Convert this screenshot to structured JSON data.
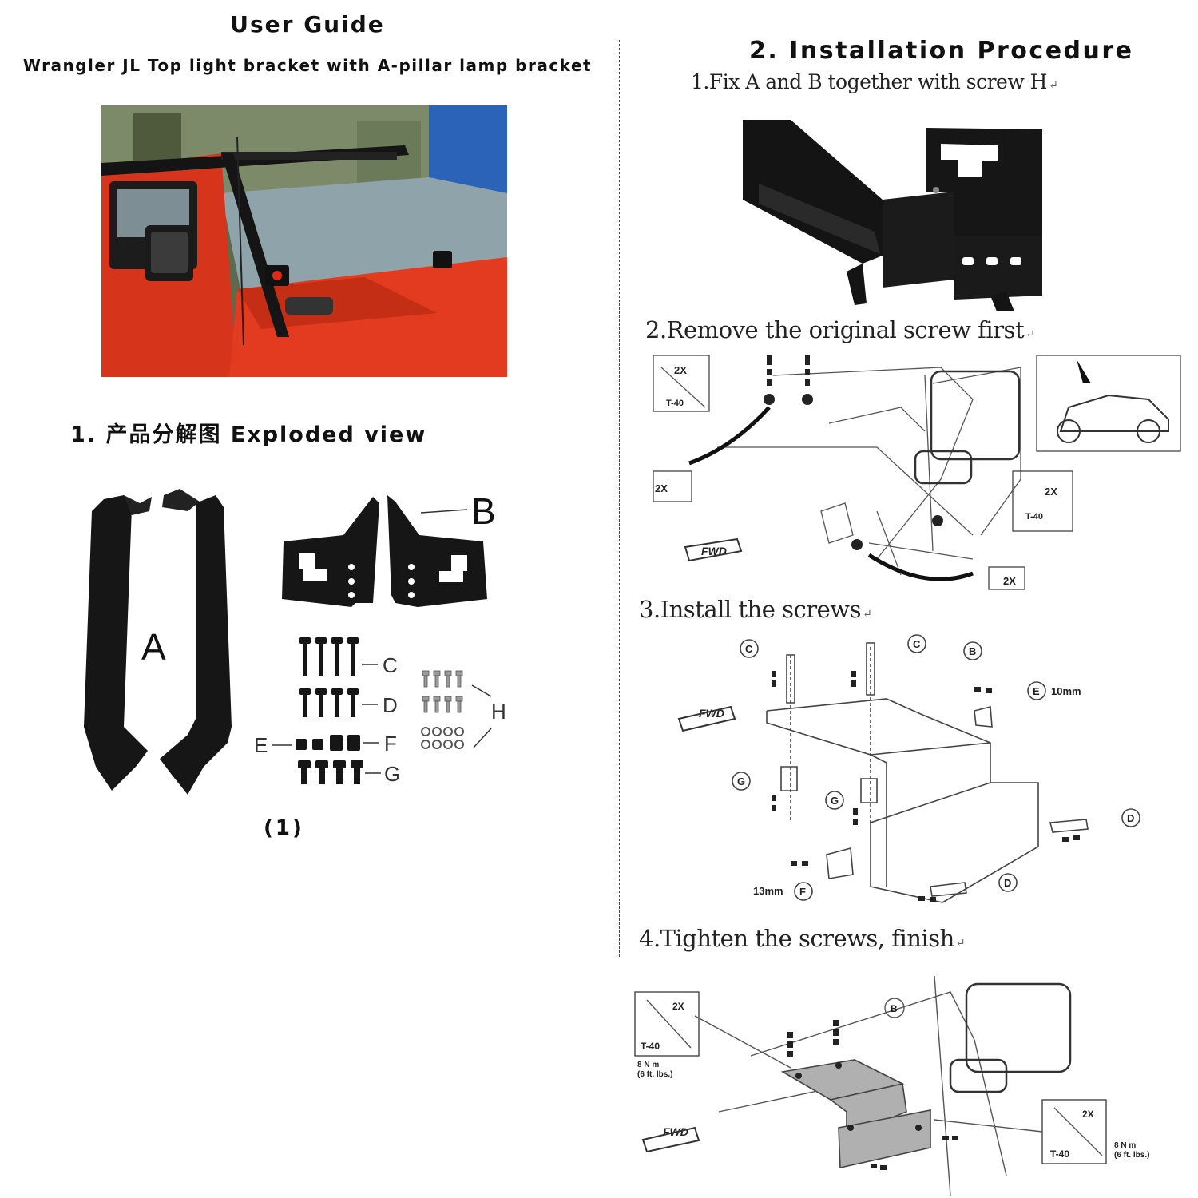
{
  "header": {
    "title": "User Guide",
    "subtitle": "Wrangler JL Top light bracket with A-pillar lamp bracket"
  },
  "exploded": {
    "title": "1. 产品分解图 Exploded view",
    "part_labels": [
      "A",
      "B",
      "C",
      "D",
      "E",
      "F",
      "G",
      "H"
    ],
    "caption": "(1)"
  },
  "installation": {
    "title": "2.  Installation Procedure",
    "steps": [
      "1.Fix A and B  together with screw H",
      "2.Remove the original screw first",
      "3.Install the screws",
      "4.Tighten the screws, finish"
    ],
    "return_mark": "↵",
    "diagram_labels": {
      "qty_2x": "2X",
      "torx": "T-40",
      "fwd": "FWD",
      "size_10mm": "10mm",
      "size_13mm": "13mm",
      "torque_nm": "8 N m",
      "torque_lbs": "(6 ft. lbs.)",
      "callout_b": "B",
      "callout_c": "C",
      "callout_d": "D",
      "callout_e": "E",
      "callout_f": "F",
      "callout_g": "G"
    }
  }
}
